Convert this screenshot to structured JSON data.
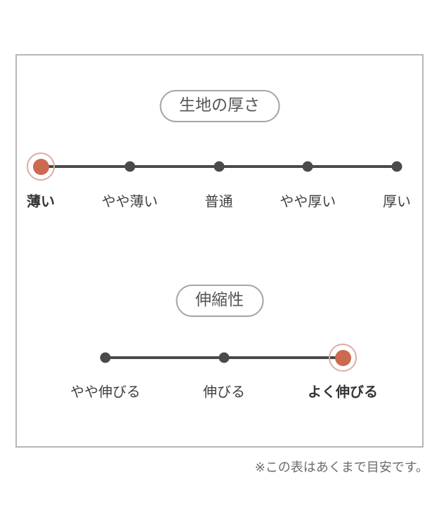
{
  "chart_data": [
    {
      "type": "scatter",
      "title": "生地の厚さ",
      "categories": [
        "薄い",
        "やや薄い",
        "普通",
        "やや厚い",
        "厚い"
      ],
      "selected_category": "薄い",
      "selected_index": 0,
      "num_points": 5,
      "layout": "horizontal dot scale, evenly spaced points on a line",
      "grid": false,
      "legend_position": "none"
    },
    {
      "type": "scatter",
      "title": "伸縮性",
      "categories": [
        "やや伸びる",
        "伸びる",
        "よく伸びる"
      ],
      "selected_category": "よく伸びる",
      "selected_index": 2,
      "num_points": 3,
      "layout": "horizontal dot scale, evenly spaced points on a line",
      "grid": false,
      "legend_position": "none"
    }
  ],
  "footnote": "※この表はあくまで目安です。",
  "colors": {
    "accent_selected_dot": "#cc6951",
    "accent_selected_ring": "#dcae9e",
    "dot_and_line": "#4a4a4a",
    "label_text": "#3f3f3f",
    "pill_border": "#a5a5a5",
    "pill_text": "#555555",
    "frame_border": "#b7b7b7",
    "footnote_text": "#6b6b6b",
    "background": "#ffffff"
  }
}
